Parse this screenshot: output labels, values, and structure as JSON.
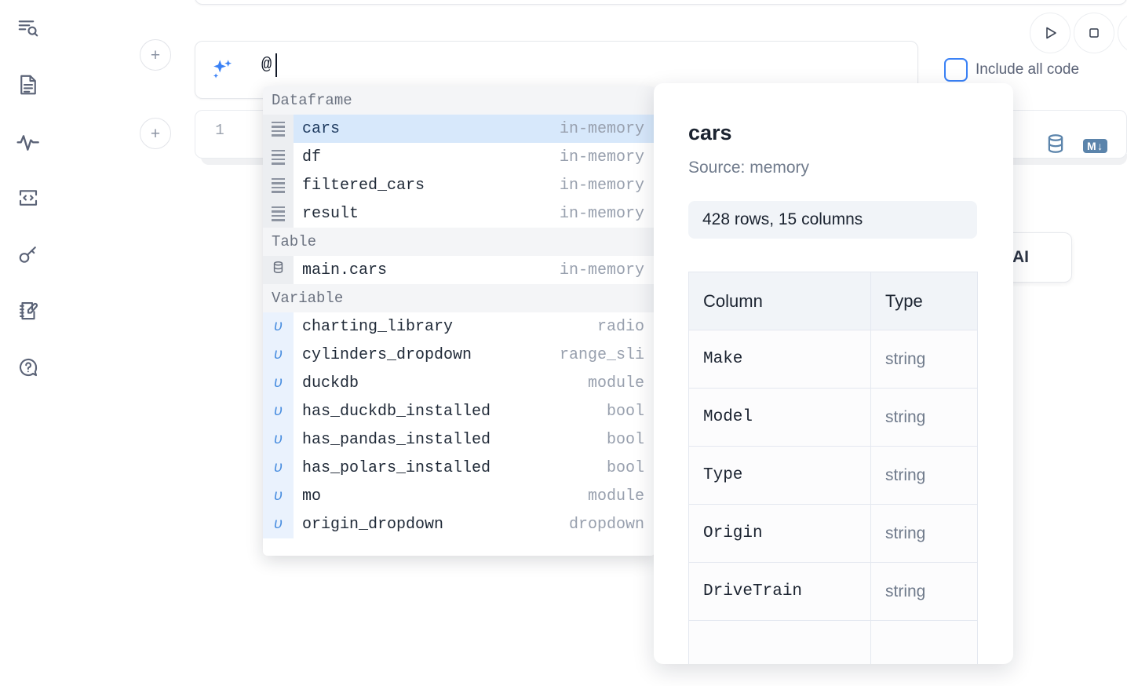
{
  "rail": {
    "items": [
      {
        "icon": "search-outline-icon",
        "name": "explore"
      },
      {
        "icon": "file-text-icon",
        "name": "notebook"
      },
      {
        "icon": "activity-pulse-icon",
        "name": "activity"
      },
      {
        "icon": "code-brackets-icon",
        "name": "snippets"
      },
      {
        "icon": "key-icon",
        "name": "secrets"
      },
      {
        "icon": "notebook-pen-icon",
        "name": "scratchpad"
      },
      {
        "icon": "chat-question-icon",
        "name": "help"
      }
    ]
  },
  "toolbar": {
    "add_button_label": "+",
    "run_icon": "play-triangle-icon",
    "stop_icon": "stop-square-icon",
    "include_all_code_label": "Include all code"
  },
  "prompt": {
    "ai_icon": "sparkle-icon",
    "value": "@"
  },
  "cell": {
    "line_number": "1",
    "database_icon": "database-icon",
    "markdown_badge": "M",
    "markdown_badge_arrow": "↓"
  },
  "ai_card": {
    "label": "h AI"
  },
  "dropdown": {
    "groups": [
      {
        "label": "Dataframe",
        "icon": "rows-list-icon",
        "kind": "dataframe",
        "items": [
          {
            "name": "cars",
            "type": "in-memory",
            "selected": true
          },
          {
            "name": "df",
            "type": "in-memory",
            "selected": false
          },
          {
            "name": "filtered_cars",
            "type": "in-memory",
            "selected": false
          },
          {
            "name": "result",
            "type": "in-memory",
            "selected": false
          }
        ]
      },
      {
        "label": "Table",
        "icon": "database-icon",
        "kind": "table",
        "items": [
          {
            "name": "main.cars",
            "type": "in-memory",
            "selected": false
          }
        ]
      },
      {
        "label": "Variable",
        "icon": "upsilon-icon",
        "kind": "variable",
        "items": [
          {
            "name": "charting_library",
            "type": "radio",
            "selected": false
          },
          {
            "name": "cylinders_dropdown",
            "type": "range_sli",
            "selected": false
          },
          {
            "name": "duckdb",
            "type": "module",
            "selected": false
          },
          {
            "name": "has_duckdb_installed",
            "type": "bool",
            "selected": false
          },
          {
            "name": "has_pandas_installed",
            "type": "bool",
            "selected": false
          },
          {
            "name": "has_polars_installed",
            "type": "bool",
            "selected": false
          },
          {
            "name": "mo",
            "type": "module",
            "selected": false
          },
          {
            "name": "origin_dropdown",
            "type": "dropdown",
            "selected": false
          }
        ]
      }
    ]
  },
  "detail": {
    "title": "cars",
    "source": "Source: memory",
    "shape": "428 rows, 15 columns",
    "columns_header": "Column",
    "type_header": "Type",
    "rows": [
      {
        "column": "Make",
        "type": "string"
      },
      {
        "column": "Model",
        "type": "string"
      },
      {
        "column": "Type",
        "type": "string"
      },
      {
        "column": "Origin",
        "type": "string"
      },
      {
        "column": "DriveTrain",
        "type": "string"
      }
    ]
  },
  "colors": {
    "accent_blue": "#3b82f6",
    "selected_row": "#d7e8fb",
    "steel_blue": "#5b84ab",
    "muted_text": "#98a0ae"
  }
}
